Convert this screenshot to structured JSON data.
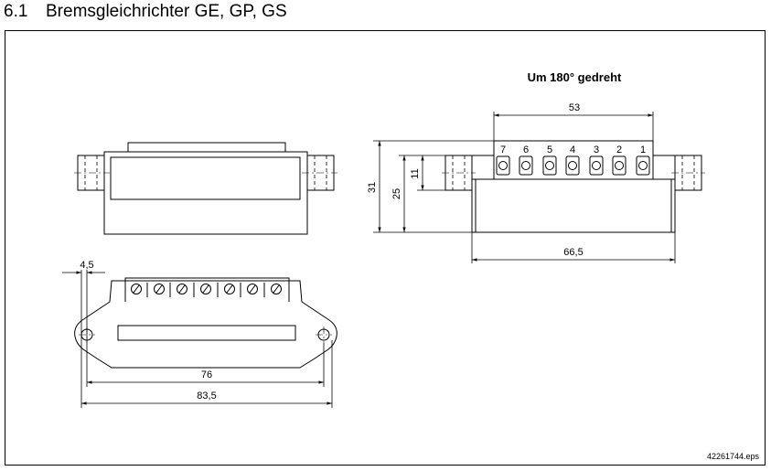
{
  "heading": {
    "number": "6.1",
    "title": "Bremsgleichrichter GE, GP, GS"
  },
  "rotated_note": "Um 180° gedreht",
  "terminal_numbers": [
    "7",
    "6",
    "5",
    "4",
    "3",
    "2",
    "1"
  ],
  "dimensions": {
    "top_width": "53",
    "total_height": "31",
    "body_height": "25",
    "terminal_height": "11",
    "body_width": "66,5",
    "edge_offset": "4,5",
    "hole_spacing": "76",
    "total_width": "83,5"
  },
  "file_name": "42261744.eps"
}
